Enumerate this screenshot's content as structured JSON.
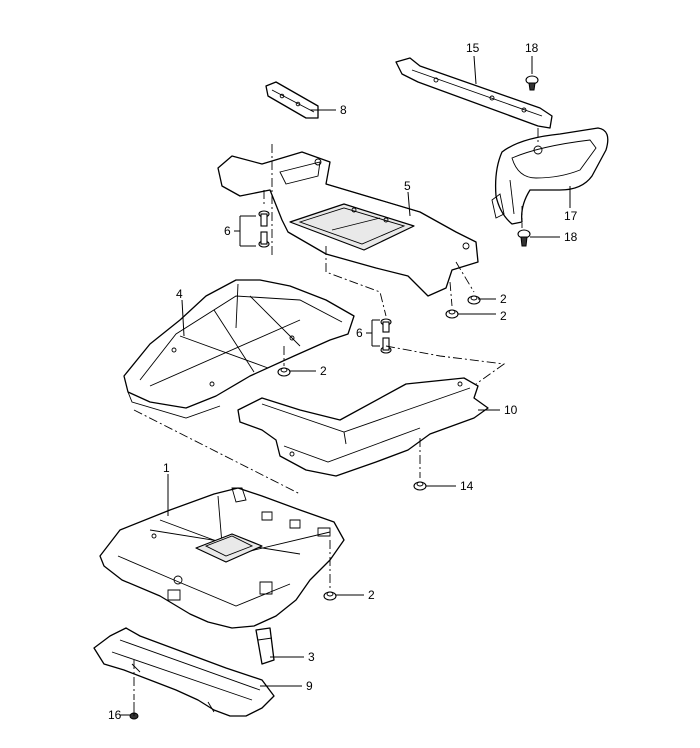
{
  "callouts": [
    {
      "id": "c1",
      "label": "1"
    },
    {
      "id": "c2a",
      "label": "2"
    },
    {
      "id": "c2b",
      "label": "2"
    },
    {
      "id": "c2c",
      "label": "2"
    },
    {
      "id": "c2d",
      "label": "2"
    },
    {
      "id": "c3",
      "label": "3"
    },
    {
      "id": "c4",
      "label": "4"
    },
    {
      "id": "c5",
      "label": "5"
    },
    {
      "id": "c6a",
      "label": "6"
    },
    {
      "id": "c6b",
      "label": "6"
    },
    {
      "id": "c8",
      "label": "8"
    },
    {
      "id": "c9",
      "label": "9"
    },
    {
      "id": "c10",
      "label": "10"
    },
    {
      "id": "c14",
      "label": "14"
    },
    {
      "id": "c15",
      "label": "15"
    },
    {
      "id": "c16",
      "label": "16"
    },
    {
      "id": "c17",
      "label": "17"
    },
    {
      "id": "c18a",
      "label": "18"
    },
    {
      "id": "c18b",
      "label": "18"
    }
  ]
}
